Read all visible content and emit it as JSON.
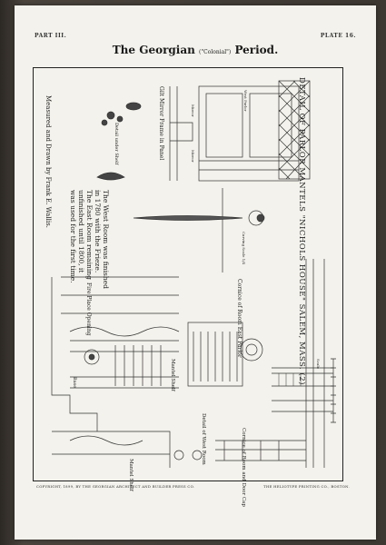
{
  "header": {
    "part": "PART III.",
    "plate": "PLATE 16."
  },
  "title": {
    "main_left": "The Georgian",
    "main_sub": "(\"Colonial\")",
    "main_right": "Period."
  },
  "main_heading": "DETAIL OF PARLOR MANTELS \"NICHOLS HOUSE\" SALEM, MASS. (2)",
  "labels": {
    "west_parlor": "West Parlor",
    "mirror_top": "Mirror",
    "mirror_side": "Mirror",
    "gilt_mirror": "Gilt Mirror Frame in Panel",
    "detail_under_shelf": "Detail under Shelf",
    "carving_scale": "Carving Scale 1/4",
    "cornice_east": "Cornice of Room East Parlor",
    "fire_place": "Fire Place Opening",
    "mantel_shelf_top": "Mantel Shelf",
    "mantel_shelf_bottom": "Mantel Shelf",
    "base": "Base",
    "cornice_door": "Cornice of Room and Door Cap",
    "detail_west_room": "Detail of West Room",
    "scale": "Scale"
  },
  "note": {
    "lines": [
      "The West Room was finished",
      "in 1780 with the Frieze.",
      "The East Room remaining",
      "unfinished until 1800, it",
      "was used for the first time."
    ]
  },
  "credit": "Measured and Drawn by Frank E. Wallis.",
  "footer": {
    "left": "COPYRIGHT, 1899, BY THE GEORGIAN ARCHITECT AND BUILDER PRESS CO.",
    "right": "THE HELIOTYPE PRINTING CO., BOSTON."
  }
}
